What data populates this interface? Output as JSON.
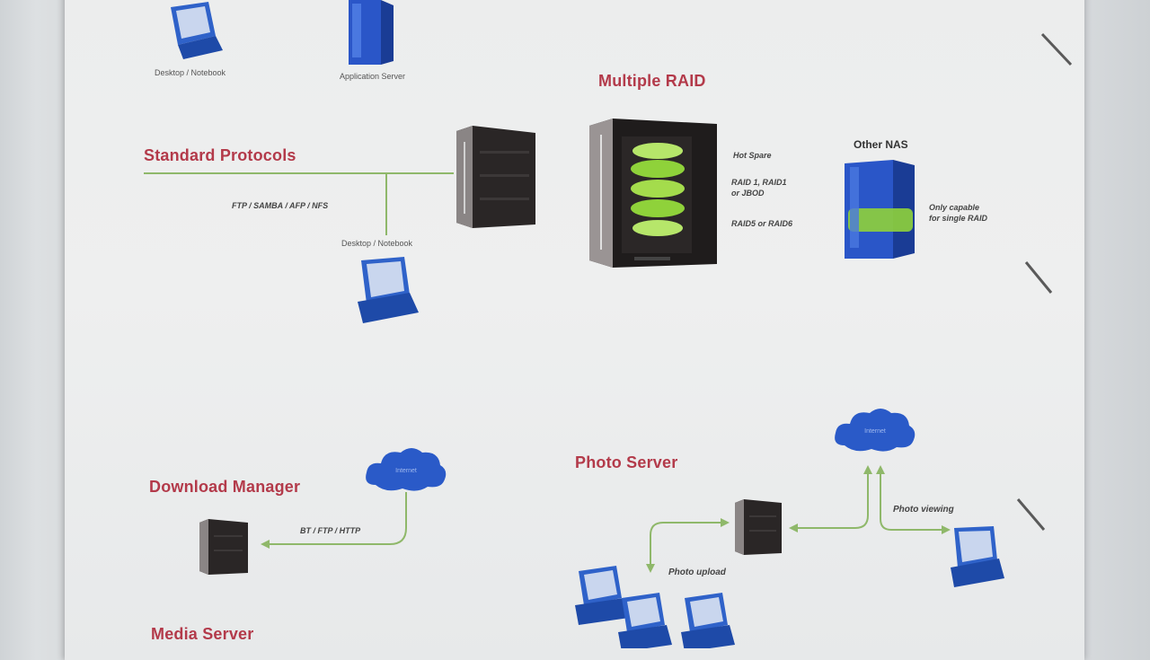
{
  "headings": {
    "multiple_raid": "Multiple RAID",
    "standard_protocols": "Standard Protocols",
    "download_manager": "Download Manager",
    "photo_server": "Photo Server",
    "media_server": "Media Server"
  },
  "labels": {
    "desktop_notebook_top": "Desktop / Notebook",
    "application_server": "Application Server",
    "protocols": "FTP / SAMBA / AFP / NFS",
    "desktop_notebook_mid": "Desktop / Notebook",
    "hot_spare": "Hot Spare",
    "raid_options_1": "RAID 1, RAID1",
    "raid_options_2": "or JBOD",
    "raid_options_3": "RAID5 or RAID6",
    "other_nas": "Other NAS",
    "only_capable_1": "Only capable",
    "only_capable_2": "for single RAID",
    "download_protocols": "BT / FTP / HTTP",
    "photo_viewing": "Photo viewing",
    "photo_upload": "Photo upload",
    "internet_dm": "Internet",
    "internet_ps": "Internet"
  },
  "colors": {
    "heading": "#b33a4a",
    "line": "#8fb86a",
    "monitor_blue": "#2f62c9",
    "nas_dark": "#2a2626",
    "disk_green": "#8fd23a"
  }
}
